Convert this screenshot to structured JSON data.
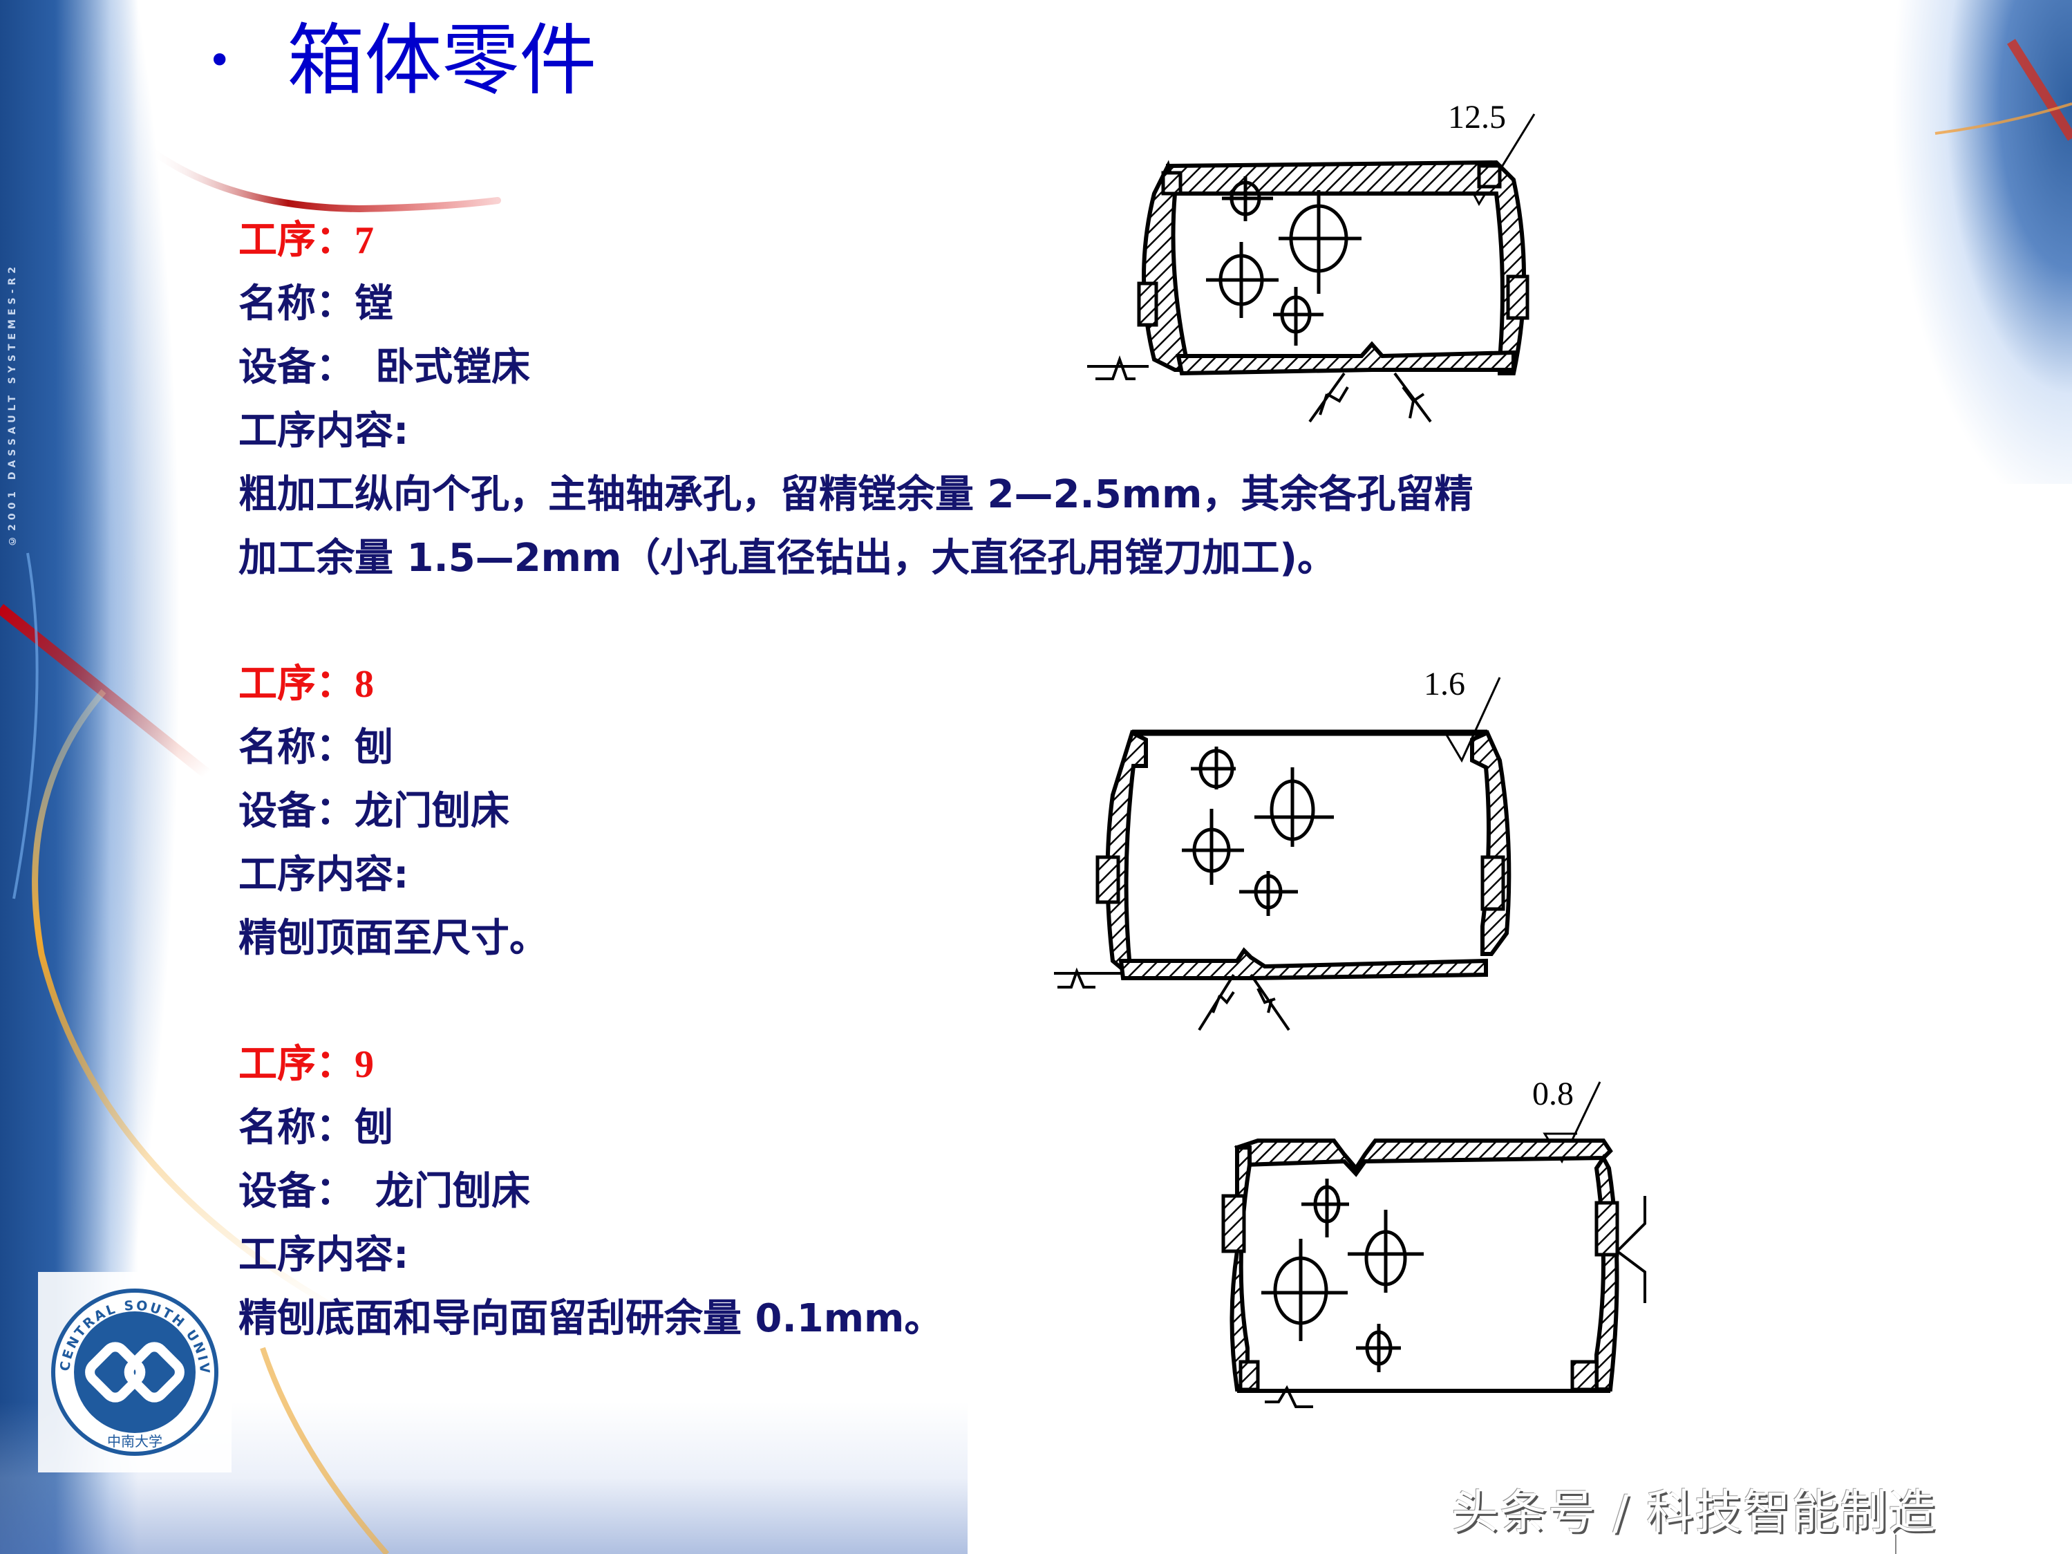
{
  "slide": {
    "title": "箱体零件",
    "bullet": "•"
  },
  "steps": [
    {
      "step_label": "工序：",
      "step_number": "7",
      "name_label": "名称：",
      "name_value": "镗",
      "equipment_label": "设备：",
      "equipment_value": "卧式镗床",
      "content_label": "工序内容:",
      "content_lines": [
        "粗加工纵向个孔，主轴轴承孔，留精镗余量 2—2.5mm，其余各孔留精",
        "加工余量 1.5—2mm（小孔直径钻出，大直径孔用镗刀加工)。"
      ],
      "drawing": {
        "roughness": "12.5"
      }
    },
    {
      "step_label": "工序：",
      "step_number": "8",
      "name_label": "名称：",
      "name_value": "刨",
      "equipment_label": "设备：",
      "equipment_value": "龙门刨床",
      "content_label": "工序内容:",
      "content_lines": [
        "精刨顶面至尺寸。"
      ],
      "drawing": {
        "roughness": "1.6"
      }
    },
    {
      "step_label": "工序：",
      "step_number": "9",
      "name_label": "名称：",
      "name_value": "刨",
      "equipment_label": "设备：",
      "equipment_value": "龙门刨床",
      "content_label": "工序内容:",
      "content_lines": [
        "精刨底面和导向面留刮研余量 0.1mm。"
      ],
      "drawing": {
        "roughness": "0.8"
      }
    }
  ],
  "logo": {
    "ring_text": "CENTRAL SOUTH UNIVERSITY",
    "chinese": "中南大学"
  },
  "background": {
    "credit_text": "©2001 DASSAULT SYSTEMES-R2"
  },
  "watermark": "头条号 / 科技智能制造",
  "colors": {
    "title": "#0000cc",
    "step_heading": "#ee1111",
    "body_text": "#14146e",
    "logo_blue": "#1f5a9e"
  }
}
